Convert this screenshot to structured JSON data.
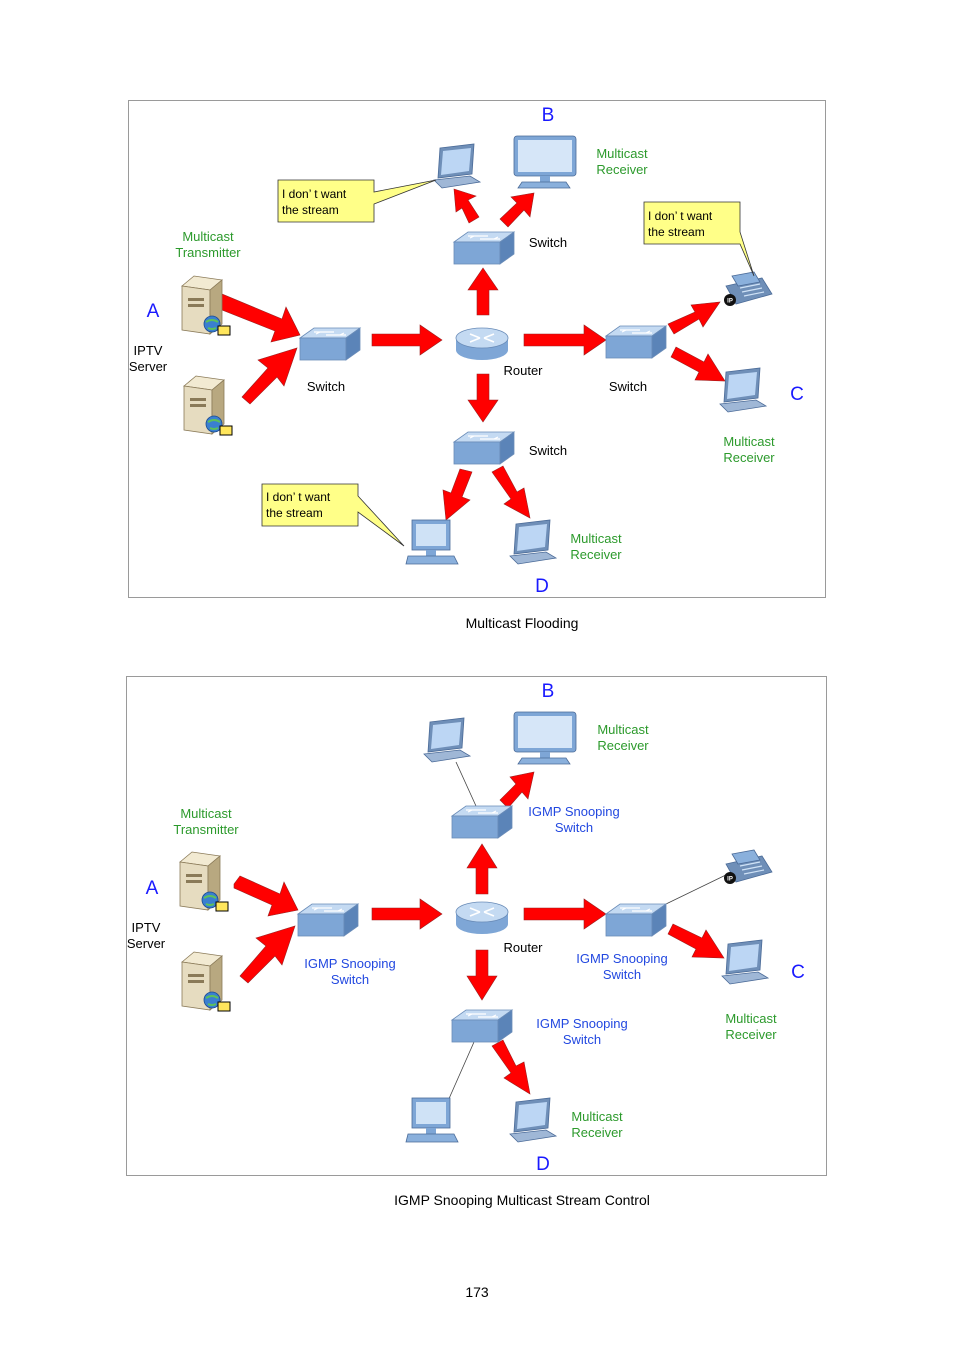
{
  "figure1": {
    "caption": "Multicast Flooding",
    "letters": {
      "a": "A",
      "b": "B",
      "c": "C",
      "d": "D"
    },
    "iptv_line1": "IPTV",
    "iptv_line2": "Server",
    "transmitter_line1": "Multicast",
    "transmitter_line2": "Transmitter",
    "receiver_line1": "Multicast",
    "receiver_line2": "Receiver",
    "router_label": "Router",
    "switch_label": "Switch",
    "callout_line1": "I don’ t want",
    "callout_line2": "the stream"
  },
  "figure2": {
    "caption": "IGMP Snooping Multicast Stream Control",
    "letters": {
      "a": "A",
      "b": "B",
      "c": "C",
      "d": "D"
    },
    "iptv_line1": "IPTV",
    "iptv_line2": "Server",
    "transmitter_line1": "Multicast",
    "transmitter_line2": "Transmitter",
    "receiver_line1": "Multicast",
    "receiver_line2": "Receiver",
    "router_label": "Router",
    "snoop_line1": "IGMP Snooping",
    "snoop_line2": "Switch"
  },
  "page_number": "173",
  "colors": {
    "letter": "#1a1aff",
    "green": "#2c9a2c",
    "snoop": "#2248e0",
    "arrow": "#ff0000",
    "callout_fill": "#ffff88",
    "device": "#8ab0dc"
  },
  "icons": [
    "server-icon",
    "switch-icon",
    "router-icon",
    "laptop-icon",
    "desktop-icon",
    "ip-phone-icon"
  ]
}
